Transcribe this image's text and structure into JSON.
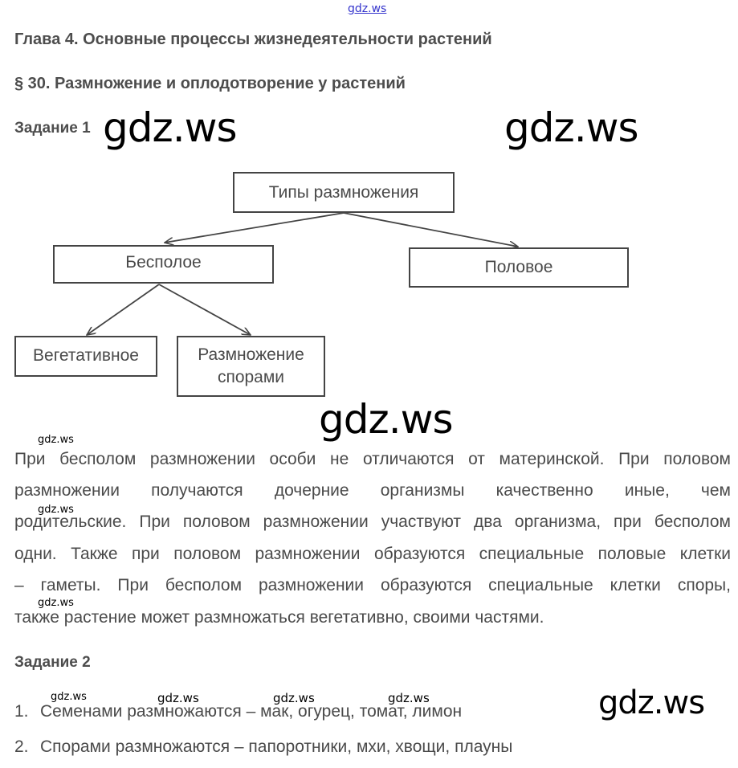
{
  "watermarks": {
    "top": "gdz.ws",
    "big": "gdz.ws",
    "small": "gdz.ws"
  },
  "chapter_title": "Глава 4. Основные процессы жизнедеятельности растений",
  "section_title": "§ 30. Размножение и оплодотворение у растений",
  "task1": {
    "title": "Задание 1",
    "diagram": {
      "root": "Типы размножения",
      "asexual": "Бесполое",
      "sexual": "Половое",
      "vegetative": "Вегетативное",
      "spores_line1": "Размножение",
      "spores_line2": "спорами"
    },
    "paragraph_lines": [
      "При бесполом размножении особи не отличаются от материнской. При половом",
      "размножении получаются дочерние организмы качественно иные, чем",
      "родительские. При половом размножении участвуют два организма, при бесполом",
      "одни. Также при половом размножении образуются специальные половые клетки",
      "– гаметы. При бесполом размножении образуются специальные клетки споры,",
      "также растение может размножаться вегетативно, своими частями."
    ]
  },
  "task2": {
    "title": "Задание 2",
    "items": [
      {
        "num": "1.",
        "text": "Семенами размножаются – мак, огурец, томат, лимон"
      },
      {
        "num": "2.",
        "text": "Спорами размножаются – папоротники, мхи, хвощи, плауны"
      }
    ]
  }
}
